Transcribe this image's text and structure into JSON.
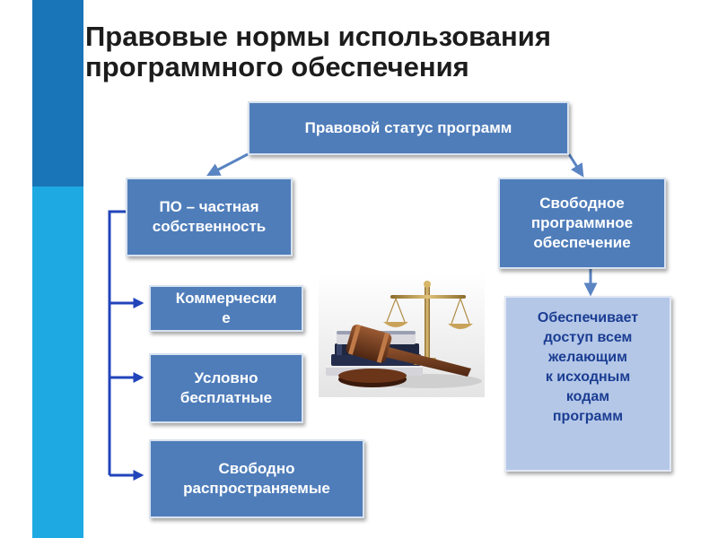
{
  "header": {
    "title_line1": "Правовые нормы использования",
    "title_line2": "программного обеспечения"
  },
  "diagram": {
    "root": "Правовой статус программ",
    "left": {
      "line1": "ПО – частная",
      "line2": "собственность"
    },
    "right": {
      "line1": "Свободное",
      "line2": "программное",
      "line3": "обеспечение"
    },
    "commercial": {
      "line1": "Коммерчески",
      "line2": "е"
    },
    "shareware": {
      "line1": "Условно",
      "line2": "бесплатные"
    },
    "freeware": {
      "line1": "Свободно",
      "line2": "распространяемые"
    },
    "note": {
      "line1": "Обеспечивает",
      "line2": "доступ всем",
      "line3": "желающим",
      "line4": "к исходным",
      "line5": "кодам",
      "line6": "программ"
    }
  },
  "illustration": {
    "icon": "gavel-and-scales-icon"
  },
  "colors": {
    "accent_dark": "#1a75b8",
    "accent_light": "#1ea9e3",
    "box_fill": "#4f7dba",
    "note_fill": "#b4c7e7",
    "note_text": "#1b3d92",
    "connector": "#2244bb"
  }
}
